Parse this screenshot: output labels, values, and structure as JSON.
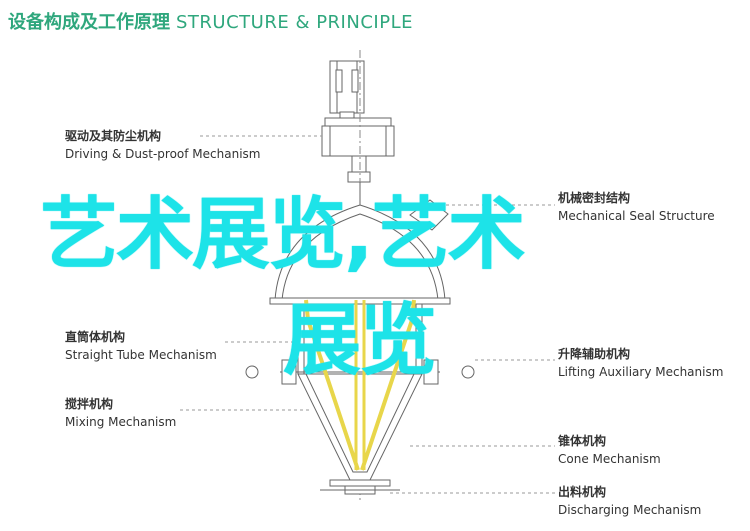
{
  "title": {
    "cn": "设备构成及工作原理",
    "en": "STRUCTURE & PRINCIPLE"
  },
  "labels": {
    "driving": {
      "cn": "驱动及其防尘机构",
      "en": "Driving & Dust-proof Mechanism"
    },
    "seal": {
      "cn": "机械密封结构",
      "en": "Mechanical Seal Structure"
    },
    "straight_tube": {
      "cn": "直筒体机构",
      "en": "Straight Tube Mechanism"
    },
    "lifting": {
      "cn": "升降辅助机构",
      "en": "Lifting Auxiliary Mechanism"
    },
    "mixing": {
      "cn": "搅拌机构",
      "en": "Mixing Mechanism"
    },
    "cone": {
      "cn": "锥体机构",
      "en": "Cone Mechanism"
    },
    "discharge": {
      "cn": "出料机构",
      "en": "Discharging Mechanism"
    }
  },
  "watermark": {
    "line1": "艺术展览,艺术",
    "line2": "展览"
  },
  "colors": {
    "accent": "#2fa77d",
    "watermark": "#1de3e8",
    "shaft": "#f3ea9a",
    "line": "#555555"
  }
}
